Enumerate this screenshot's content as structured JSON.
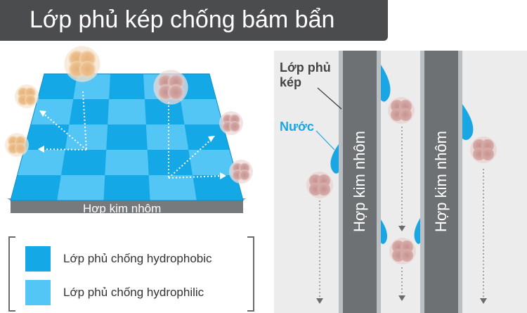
{
  "title": "Lớp phủ kép chống bám bẩn",
  "left_panel": {
    "base_label": "Hợp kim nhôm"
  },
  "legend": {
    "items": [
      {
        "label": "Lớp phủ chống hydrophobic",
        "color": "#14a9e6"
      },
      {
        "label": "Lớp phủ chống hydrophilic",
        "color": "#53c6f5"
      }
    ]
  },
  "right_panel": {
    "coating_label_line1": "Lớp phủ",
    "coating_label_line2": "kép",
    "water_label": "Nước",
    "panel_label_1": "Hợp kim nhôm",
    "panel_label_2": "Hợp kim nhôm"
  },
  "colors": {
    "title_bg": "#4a4c4e",
    "tile_dark": "#14a9e6",
    "tile_light": "#53c6f5",
    "aluminium": "#707375",
    "water": "#1aa6e2",
    "dirt_orange": "#e3b27a",
    "dirt_pink": "#c99592"
  }
}
